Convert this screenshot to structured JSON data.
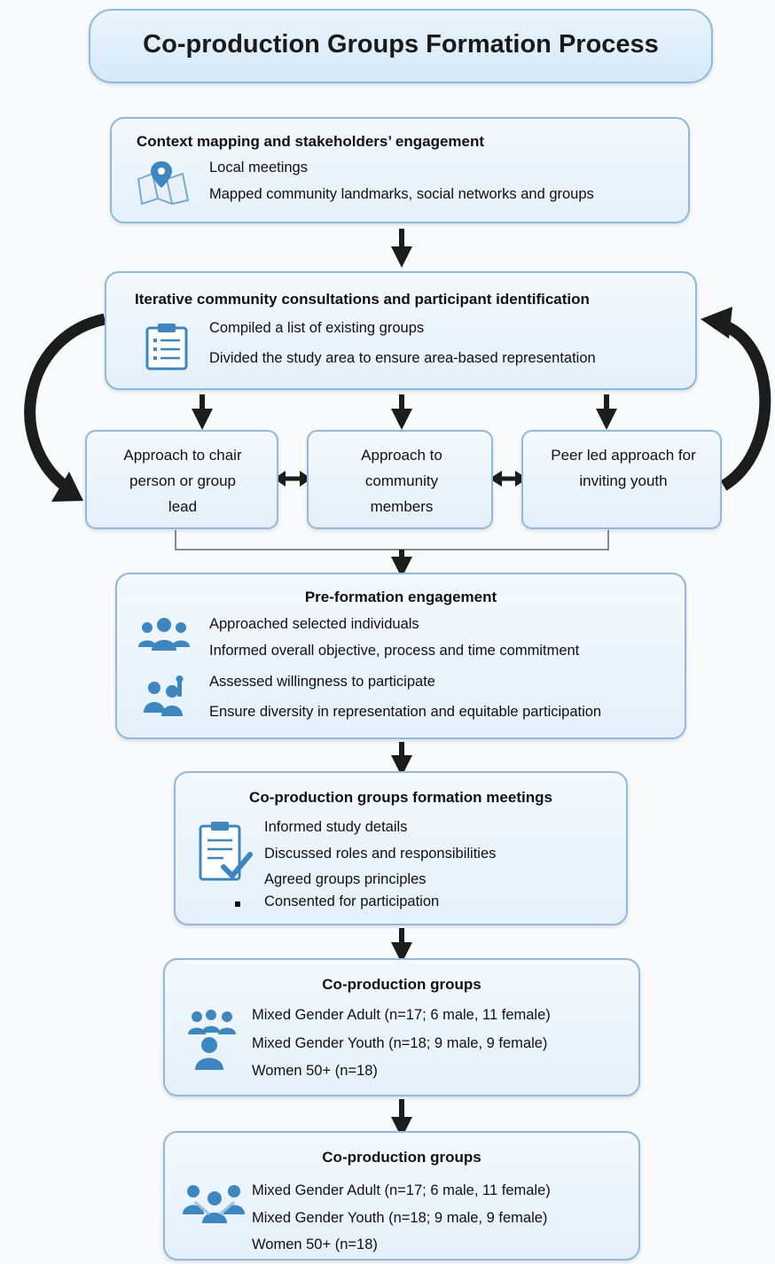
{
  "title": "Co-production Groups Formation Process",
  "step1": {
    "heading": "Context mapping and stakeholders’ engagement",
    "icon": "map-pin-icon",
    "lines": [
      "Local meetings",
      "Mapped community landmarks, social networks and groups"
    ]
  },
  "step2": {
    "heading": "Iterative community consultations and participant identification",
    "icon": "clipboard-list-icon",
    "lines": [
      "Compiled a list of existing groups",
      "Divided the study area to ensure area-based representation"
    ]
  },
  "approaches": [
    {
      "label": "Approach to chair person or group lead"
    },
    {
      "label": "Approach to community members"
    },
    {
      "label": "Peer led approach for inviting youth"
    }
  ],
  "step3": {
    "heading": "Pre-formation engagement",
    "icons": [
      "people-group-icon",
      "raised-hand-people-icon"
    ],
    "lines": [
      "Approached selected individuals",
      "Informed overall objective, process and time commitment",
      "Assessed willingness to participate",
      "Ensure diversity in representation and equitable participation"
    ]
  },
  "step4": {
    "heading": "Co-production groups formation meetings",
    "icon": "clipboard-check-icon",
    "lines": [
      "Informed study details",
      "Discussed roles and responsibilities",
      "Agreed groups principles",
      "Consented for participation"
    ]
  },
  "step5": {
    "heading": "Co-production groups",
    "icon": "group-people-icon",
    "lines": [
      "Mixed Gender Adult (n=17; 6 male, 11 female)",
      "Mixed Gender Youth (n=18; 9 male, 9 female)",
      "Women 50+ (n=18)"
    ]
  },
  "step6": {
    "heading": "Co-production groups",
    "icon": "linked-people-icon",
    "lines": [
      "Mixed Gender Adult (n=17; 6 male, 11 female)",
      "Mixed Gender Youth (n=18; 9 male, 9 female)",
      "Women 50+ (n=18)"
    ]
  },
  "colors": {
    "box_border": "#8fb9dd",
    "icon_blue": "#3d86bf",
    "arrow": "#1c1c1c"
  }
}
